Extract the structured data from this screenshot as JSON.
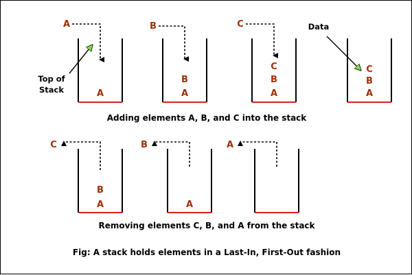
{
  "add_labels": [
    "A",
    "B",
    "C"
  ],
  "add_stacks": [
    [
      "A"
    ],
    [
      "A",
      "B"
    ],
    [
      "A",
      "B",
      "C"
    ],
    [
      "A",
      "B",
      "C"
    ]
  ],
  "remove_labels": [
    "C",
    "B",
    "A"
  ],
  "remove_stacks": [
    [
      "A",
      "B"
    ],
    [
      "A"
    ],
    []
  ],
  "callouts": {
    "top_line1": "Top of",
    "top_line2": "Stack",
    "data": "Data"
  },
  "captions": {
    "adding": "Adding elements A, B, and C into the stack",
    "removing": "Removing elements C, B, and A from the stack",
    "fig": "Fig: A stack holds elements in a Last-In, First-Out fashion"
  },
  "colors": {
    "element": "#a0300a",
    "stack_base": "#d9211d",
    "pointer_head": "#7fd84a"
  }
}
